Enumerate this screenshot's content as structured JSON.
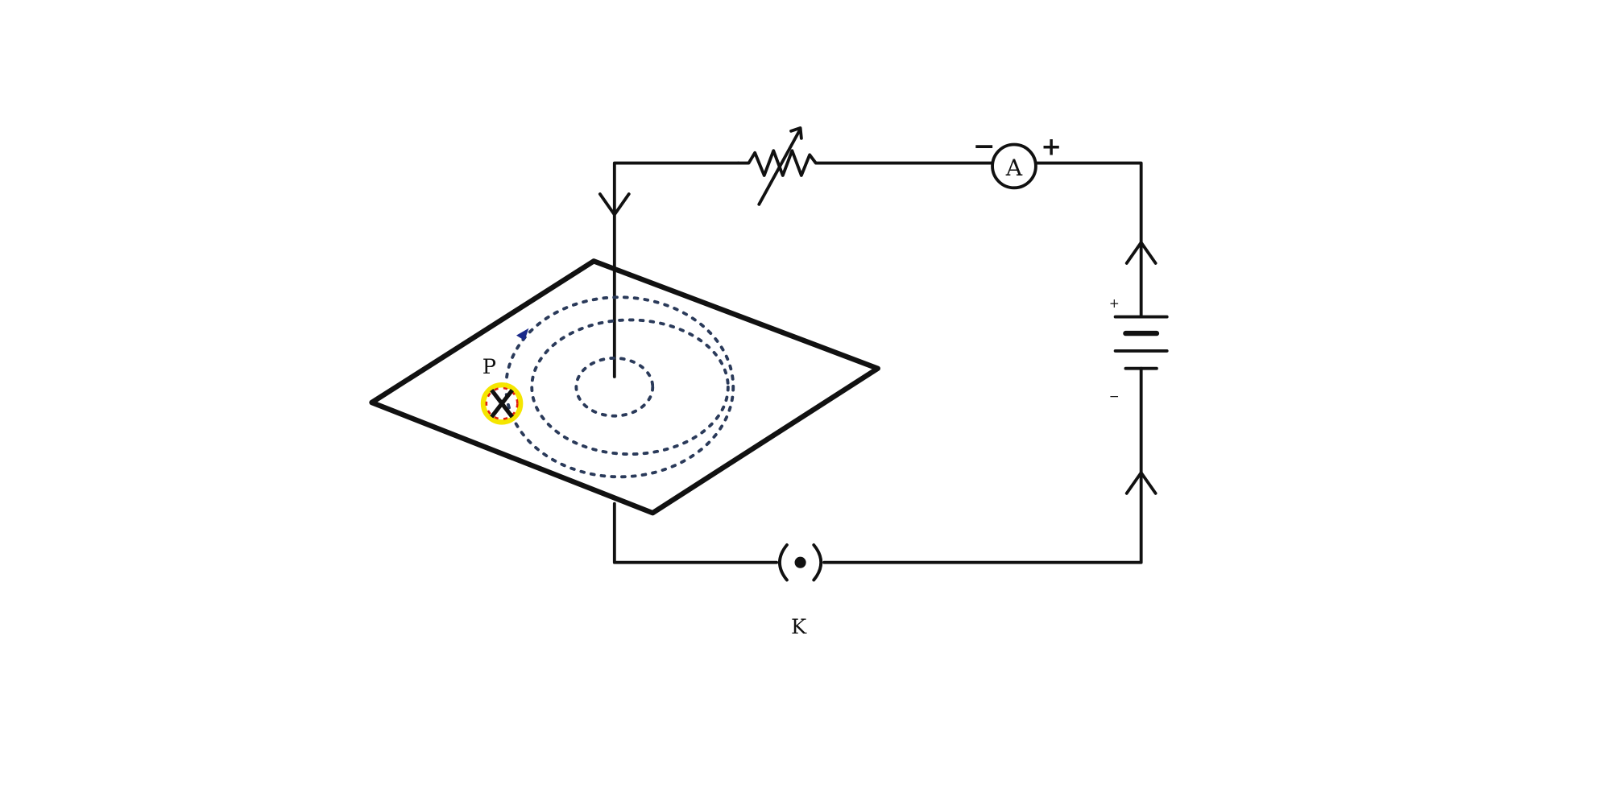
{
  "labels": {
    "point": "P",
    "key": "K",
    "ammeter": "A",
    "ammeter_minus": "−",
    "ammeter_plus": "+",
    "battery_plus": "+",
    "battery_minus": "−"
  },
  "colors": {
    "wire": "#111111",
    "field_lines": "#2a3a5a",
    "compass_ring": "#f5e600",
    "compass_accent": "#e02010"
  }
}
